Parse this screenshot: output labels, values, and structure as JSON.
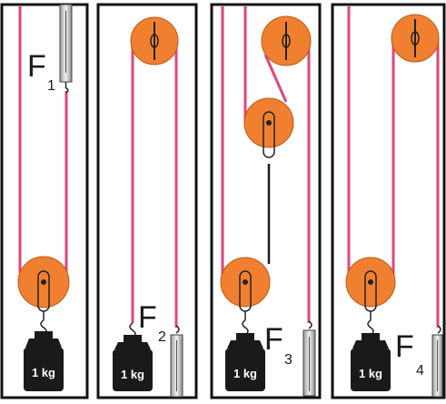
{
  "panels": [
    {
      "id": "panel-1",
      "force": "F",
      "index": "1",
      "mass": "1 kg"
    },
    {
      "id": "panel-2",
      "force": "F",
      "index": "2",
      "mass": "1 kg"
    },
    {
      "id": "panel-3",
      "force": "F",
      "index": "3",
      "mass": "1 kg"
    },
    {
      "id": "panel-4",
      "force": "F",
      "index": "4",
      "mass": "1 kg"
    }
  ],
  "colors": {
    "frame": "#111111",
    "rope": "#e0457b",
    "pulley": "#f08030",
    "pulley_edge": "#b85a18",
    "weight": "#1a1a1a",
    "spring_scale": "#d9d9d9"
  }
}
